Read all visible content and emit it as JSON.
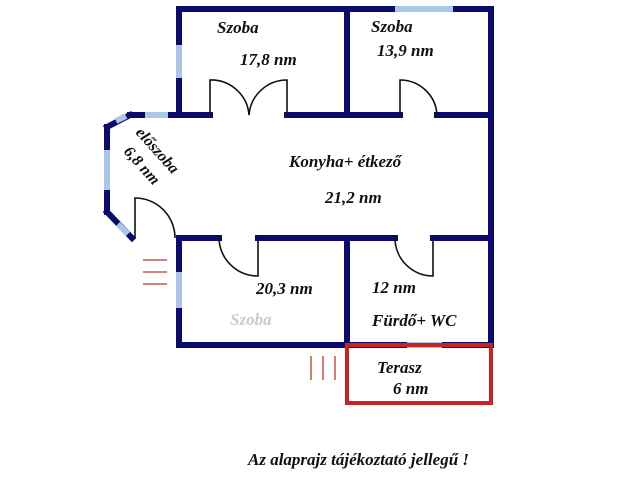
{
  "plan": {
    "rooms": [
      {
        "id": "room-top-left",
        "name": "Szoba",
        "area": "17,8 nm"
      },
      {
        "id": "room-top-right",
        "name": "Szoba",
        "area": "13,9 nm"
      },
      {
        "id": "hallway",
        "name": "előszoba",
        "area": "6,8 nm"
      },
      {
        "id": "kitchen",
        "name": "Konyha+ étkező",
        "area": "21,2 nm"
      },
      {
        "id": "room-bottom-left",
        "name": "Szoba",
        "area": "20,3 nm"
      },
      {
        "id": "bathroom",
        "name": "Fürdő+ WC",
        "area": "12 nm"
      },
      {
        "id": "terrace",
        "name": "Terasz",
        "area": "6 nm"
      }
    ],
    "disclaimer": "Az alaprajz tájékoztató jellegű !",
    "colors": {
      "wall": "#0b0b6e",
      "window": "#a9c8e8",
      "terrace": "#c92222",
      "entry_marks": "#c0392b"
    }
  }
}
